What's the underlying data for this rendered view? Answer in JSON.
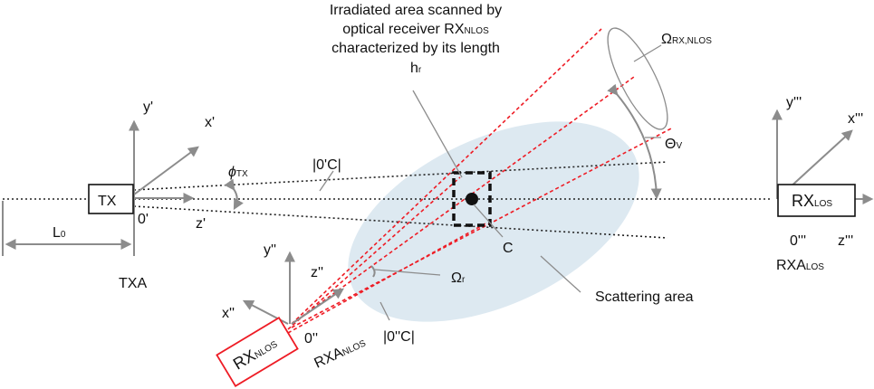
{
  "caption": {
    "line1": "Irradiated area scanned by",
    "line2_pre": "optical receiver RX",
    "line2_sub": "NLOS",
    "line3": "characterized by its length",
    "line4_main": "h",
    "line4_sub": "r"
  },
  "omega_rx": {
    "main": "Ω",
    "sub": "RX,NLOS"
  },
  "theta_v": {
    "main": "Θ",
    "sub": "V"
  },
  "phi_tx": {
    "main": "ϕ",
    "sub": "TX"
  },
  "omega_r": {
    "main": "Ω",
    "sub": "r"
  },
  "dist_0c": "|0'C|",
  "dist_00c": "|0''C|",
  "point_c": "C",
  "scattering_label": "Scattering area",
  "tx": {
    "box_label": "TX",
    "origin": "0'",
    "x_axis": "x'",
    "y_axis": "y'",
    "z_axis": "z'",
    "offset_main": "L",
    "offset_sub": "0",
    "name": "TXA"
  },
  "rx_nlos": {
    "box_main": "RX",
    "box_sub": "NLOS",
    "origin": "0''",
    "x_axis": "x''",
    "y_axis": "y''",
    "z_axis": "z''",
    "name_main": "RXA",
    "name_sub": "NLOS"
  },
  "rx_los": {
    "box_main": "RX",
    "box_sub": "LOS",
    "origin": "0'''",
    "x_axis": "x'''",
    "y_axis": "y'''",
    "z_axis": "z'''",
    "name_main": "RXA",
    "name_sub": "LOS"
  },
  "colors": {
    "nlos_beam": "#ee1c25",
    "scattering_fill": "#dde9f1",
    "axis": "#8c8c8c"
  }
}
